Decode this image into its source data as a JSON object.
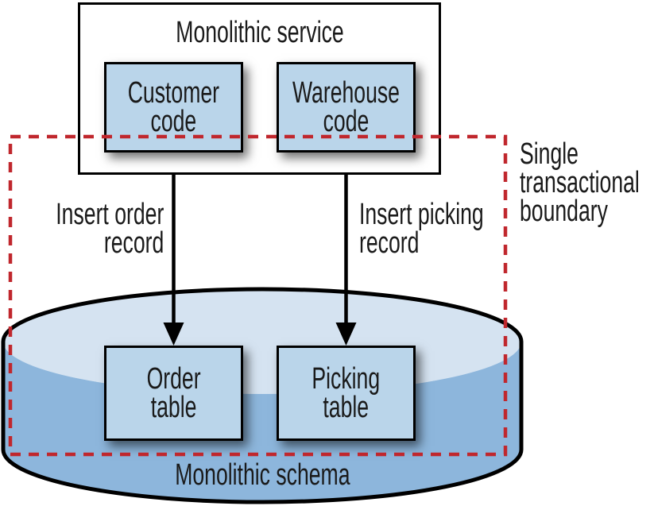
{
  "colors": {
    "boundary_red": "#c0272d",
    "box_fill": "#bad5ea",
    "cylinder_top_fill": "#d5e3f1",
    "cylinder_body_fill": "#8db6dc",
    "outline_black": "#000000",
    "background": "#ffffff"
  },
  "service": {
    "title": "Monolithic service",
    "components": [
      {
        "line1": "Customer",
        "line2": "code"
      },
      {
        "line1": "Warehouse",
        "line2": "code"
      }
    ]
  },
  "arrows": [
    {
      "label_line1": "Insert order",
      "label_line2": "record"
    },
    {
      "label_line1": "Insert picking",
      "label_line2": "record"
    }
  ],
  "boundary": {
    "label_line1": "Single",
    "label_line2": "transactional",
    "label_line3": "boundary"
  },
  "database": {
    "schema_label": "Monolithic schema",
    "tables": [
      {
        "line1": "Order",
        "line2": "table"
      },
      {
        "line1": "Picking",
        "line2": "table"
      }
    ]
  }
}
